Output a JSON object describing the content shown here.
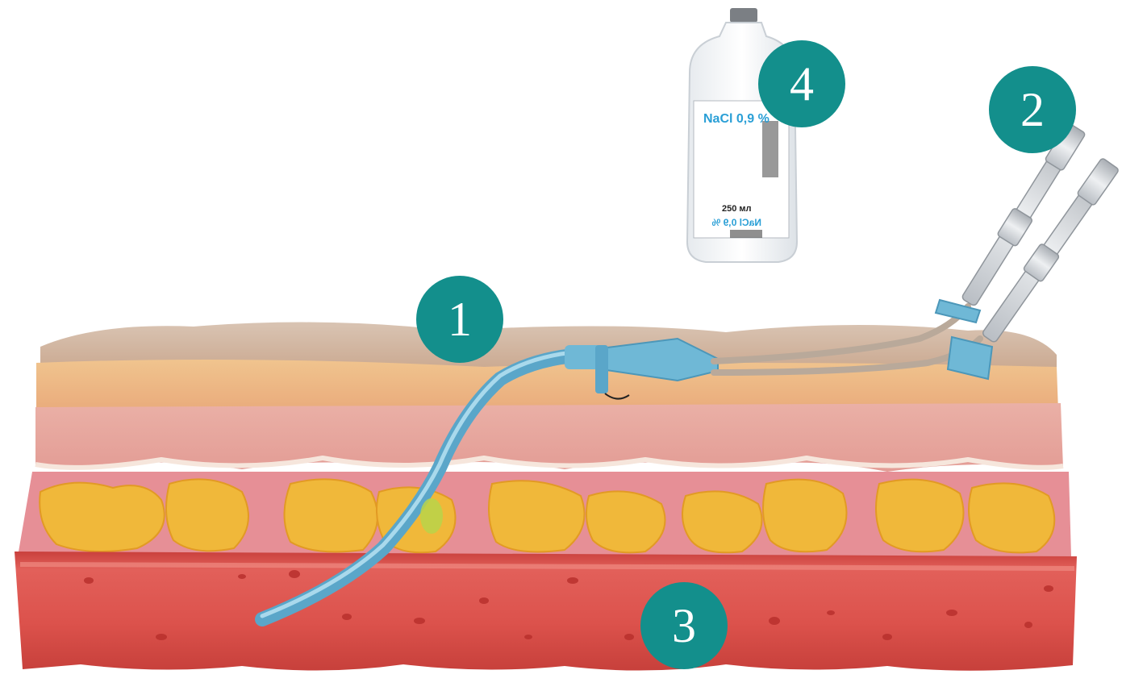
{
  "diagram": {
    "markers": [
      {
        "number": "1",
        "target": "catheter"
      },
      {
        "number": "2",
        "target": "catheter-hubs"
      },
      {
        "number": "3",
        "target": "blood-vessel"
      },
      {
        "number": "4",
        "target": "saline-bottle"
      }
    ],
    "bottle": {
      "label": "NaCl 0,9 %",
      "volume": "250 мл",
      "mirrored_label": "NaCl 0,9 %"
    }
  },
  "colors": {
    "marker": "#138f8c",
    "catheter": "#6fb8d6",
    "vessel": "#d9504b",
    "fat": "#f0b83a",
    "dermis": "#e9a8a8",
    "epidermis": "#e8b48a"
  }
}
